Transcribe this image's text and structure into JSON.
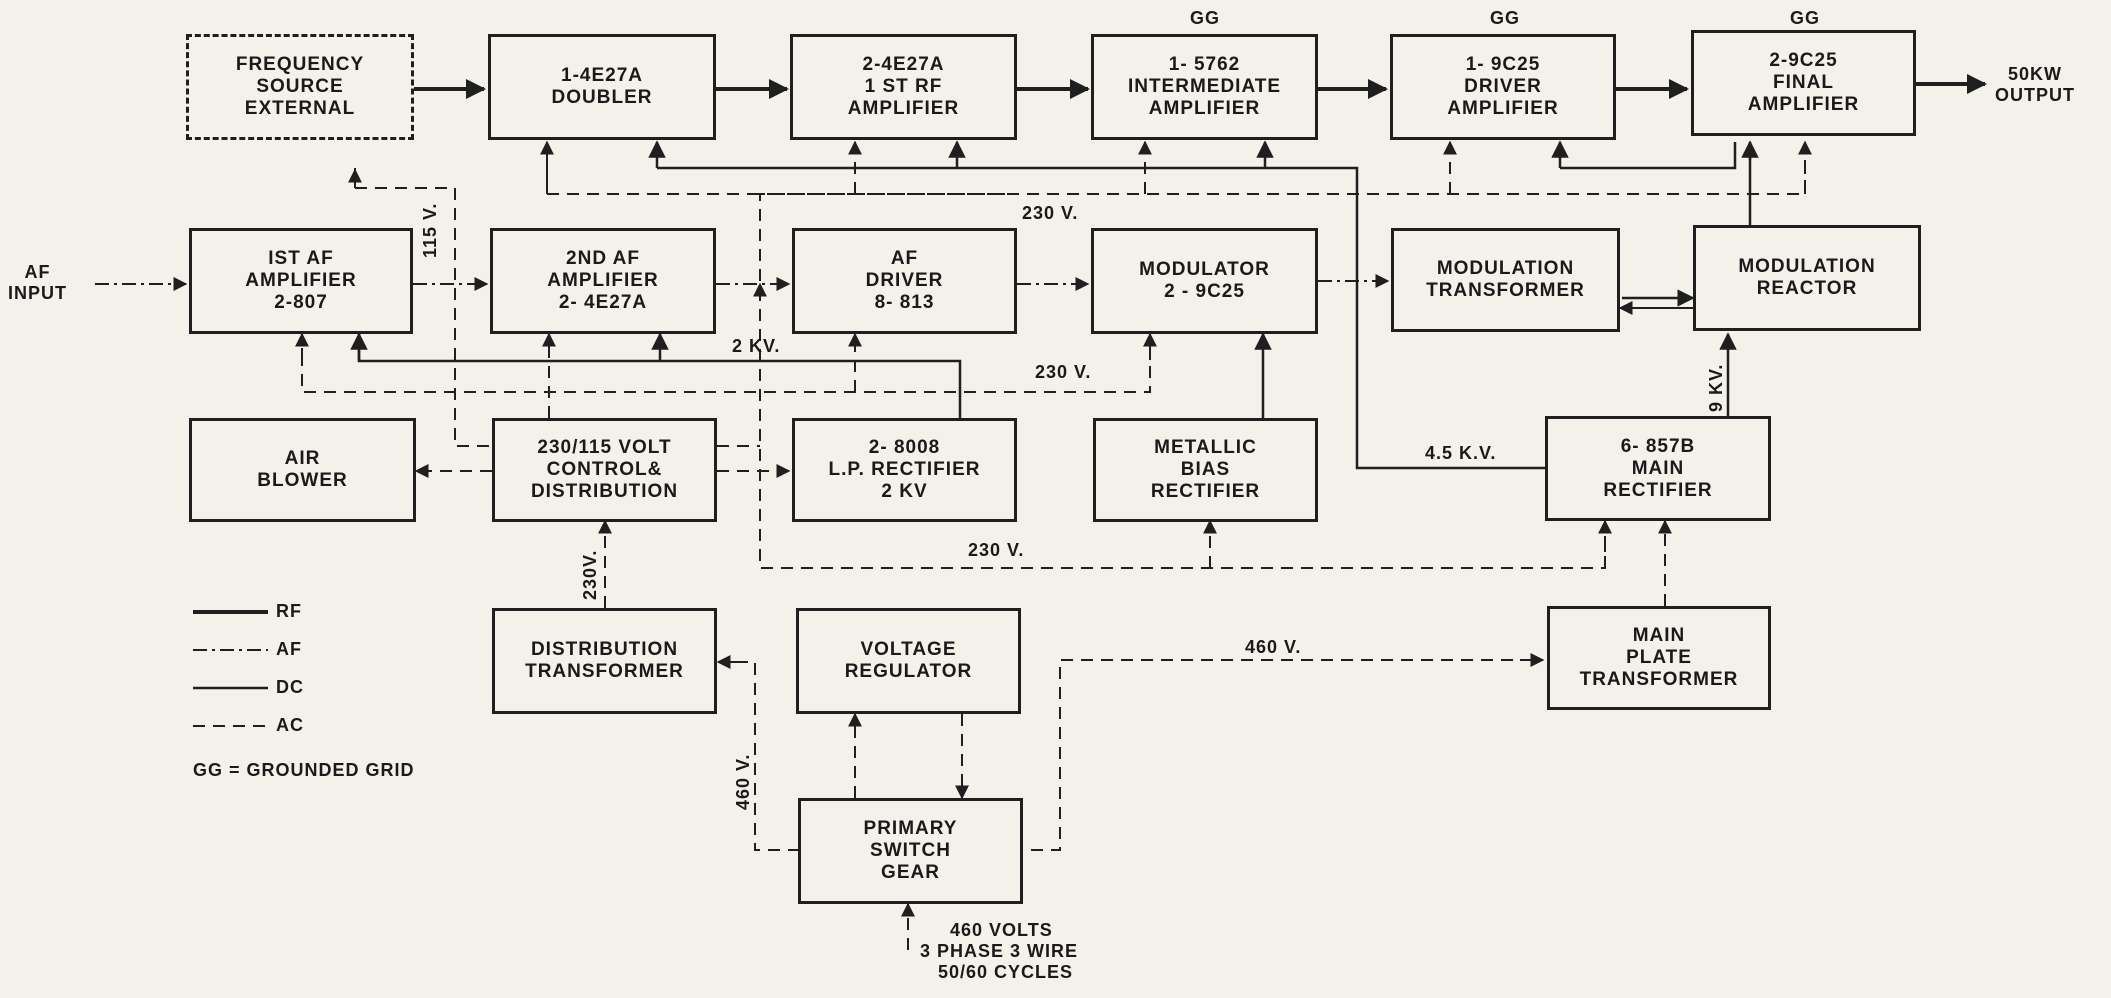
{
  "blocks": {
    "freq_source": [
      "FREQUENCY",
      "SOURCE",
      "EXTERNAL"
    ],
    "doubler": [
      "1-4E27A",
      "DOUBLER"
    ],
    "rf1": [
      "2-4E27A",
      "1 ST RF",
      "AMPLIFIER"
    ],
    "intermediate": [
      "1- 5762",
      "INTERMEDIATE",
      "AMPLIFIER"
    ],
    "driver": [
      "1- 9C25",
      "DRIVER",
      "AMPLIFIER"
    ],
    "final": [
      "2-9C25",
      "FINAL",
      "AMPLIFIER"
    ],
    "af1": [
      "IST AF",
      "AMPLIFIER",
      "2-807"
    ],
    "af2": [
      "2ND AF",
      "AMPLIFIER",
      "2- 4E27A"
    ],
    "af_driver": [
      "AF",
      "DRIVER",
      "8- 813"
    ],
    "modulator": [
      "MODULATOR",
      "2 - 9C25"
    ],
    "mod_transformer": [
      "MODULATION",
      "TRANSFORMER"
    ],
    "mod_reactor": [
      "MODULATION",
      "REACTOR"
    ],
    "air_blower": [
      "AIR",
      "BLOWER"
    ],
    "control": [
      "230/115 VOLT",
      "CONTROL&",
      "DISTRIBUTION"
    ],
    "lp_rectifier": [
      "2- 8008",
      "L.P. RECTIFIER",
      "2 KV"
    ],
    "bias_rectifier": [
      "METALLIC",
      "BIAS",
      "RECTIFIER"
    ],
    "main_rectifier": [
      "6- 857B",
      "MAIN",
      "RECTIFIER"
    ],
    "dist_transformer": [
      "DISTRIBUTION",
      "TRANSFORMER"
    ],
    "voltage_regulator": [
      "VOLTAGE",
      "REGULATOR"
    ],
    "main_plate": [
      "MAIN",
      "PLATE",
      "TRANSFORMER"
    ],
    "switch_gear": [
      "PRIMARY",
      "SWITCH",
      "GEAR"
    ]
  },
  "labels": {
    "gg": "GG",
    "output": [
      "50KW",
      "OUTPUT"
    ],
    "af_input": [
      "AF",
      "INPUT"
    ],
    "v230_top": "230 V.",
    "kv2": "2  KV.",
    "v230_mid": "230 V.",
    "v230_low": "230 V.",
    "kv45": "4.5 K.V.",
    "kv9": "9 KV.",
    "v115": "115 V.",
    "v230_vert": "230V.",
    "v460_vert": "460 V.",
    "v460": "460 V.",
    "supply": [
      "460 VOLTS",
      "3 PHASE  3 WIRE",
      "50/60 CYCLES"
    ]
  },
  "legend": {
    "rf": "RF",
    "af": "AF",
    "dc": "DC",
    "ac": "AC",
    "gg_note": "GG = GROUNDED GRID"
  }
}
